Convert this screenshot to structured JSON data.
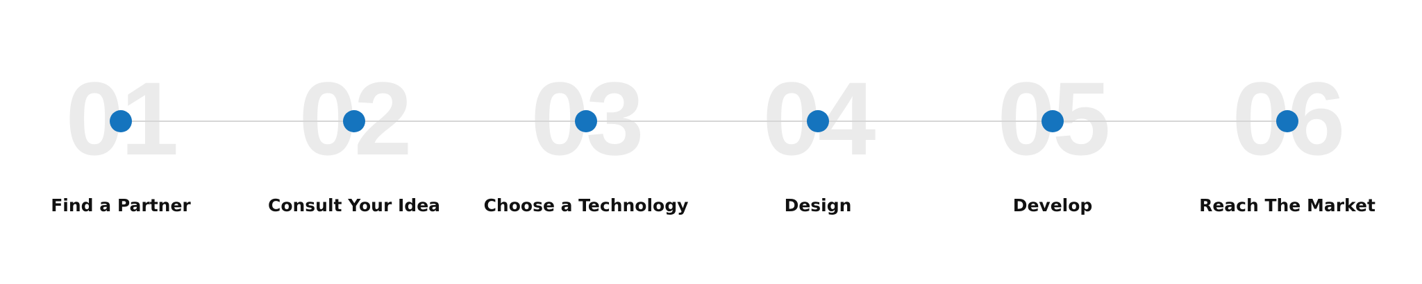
{
  "accent_color": "#1574be",
  "number_color": "#ebebeb",
  "line_color": "#d6d6d6",
  "steps": [
    {
      "number": "01",
      "label": "Find a Partner"
    },
    {
      "number": "02",
      "label": "Consult Your Idea"
    },
    {
      "number": "03",
      "label": "Choose a Technology"
    },
    {
      "number": "04",
      "label": "Design"
    },
    {
      "number": "05",
      "label": "Develop"
    },
    {
      "number": "06",
      "label": "Reach The Market"
    }
  ]
}
